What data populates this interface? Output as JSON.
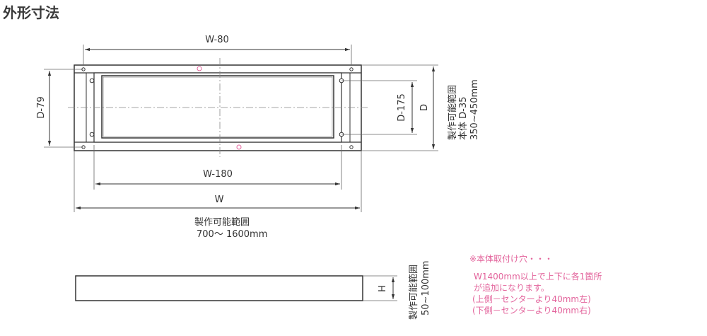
{
  "title": "外形寸法",
  "top_view": {
    "dim_w80": "W-80",
    "dim_w180": "W-180",
    "dim_w": "W",
    "dim_d79": "D-79",
    "dim_d175": "D-175",
    "dim_d": "D"
  },
  "width_range": {
    "label": "製作可能範囲",
    "value": "700～ 1600mm"
  },
  "depth_range": {
    "label": "製作可能範囲",
    "body": "本体 D-35",
    "value": "350~450mm"
  },
  "side_view": {
    "dim_h": "H",
    "range_label": "製作可能範囲",
    "range_value": "50~100mm"
  },
  "note": {
    "title": "※本体取付け穴・・・",
    "lines": [
      "W1400mm以上で上下に各1箇所",
      "が追加になります。",
      "(上側－センターより40mm左)",
      "(下側－センターより40mm右)"
    ],
    "color": "#e3649c"
  }
}
